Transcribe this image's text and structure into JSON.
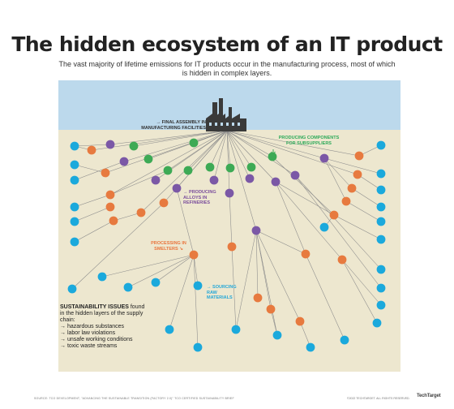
{
  "title": "The hidden ecosystem of an IT product",
  "subtitle": "The vast majority of lifetime emissions for IT products occur in the manufacturing process, most of which is hidden in complex layers.",
  "labels": {
    "final_assembly": "→ FINAL ASSEMBLY IN\nMANUFACTURING FACILITIES",
    "components": "PRODUCING COMPONENTS\nFOR SUBSUPPLIERS",
    "alloys": "→ PRODUCING\nALLOYS IN\nREFINERIES",
    "smelters": "PROCESSING IN\nSMELTERS ↘",
    "raw": "→ SOURCING\nRAW\nMATERIALS"
  },
  "issues": {
    "heading": "SUSTAINABILITY ISSUES",
    "rest": " found in the hidden layers of the supply chain:",
    "items": [
      "hazardous substances",
      "labor law violations",
      "unsafe working conditions",
      "toxic waste streams"
    ]
  },
  "source": "SOURCE: TCO DEVELOPMENT, \"ADVANCING THE SUSTAINABLE TRANSITION (FACTORY 2.0)\" TCO CERTIFIED SUSTAINABILITY BRIEF",
  "copyright": "©2022 TECHTARGET. ALL RIGHTS RESERVED.",
  "logo": "TechTarget",
  "colors": {
    "green": "#3daa55",
    "purple": "#7b58a6",
    "orange": "#e77a3f",
    "blue": "#1ba9dc",
    "factory": "#3a3a3a",
    "sky": "#bcd9ec",
    "ground": "#ede7cf"
  }
}
